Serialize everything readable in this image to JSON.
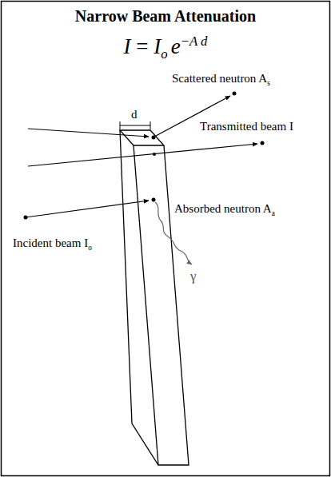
{
  "diagram": {
    "title": "Narrow Beam Attenuation",
    "labels": [
      "I",
      "=",
      "I",
      "o",
      "e",
      "−A d",
      "d",
      "Scattered neutron A",
      "s",
      "Transmitted beam I",
      "Absorbed neutron A",
      "a",
      "Incident beam I",
      "o",
      "γ"
    ]
  }
}
